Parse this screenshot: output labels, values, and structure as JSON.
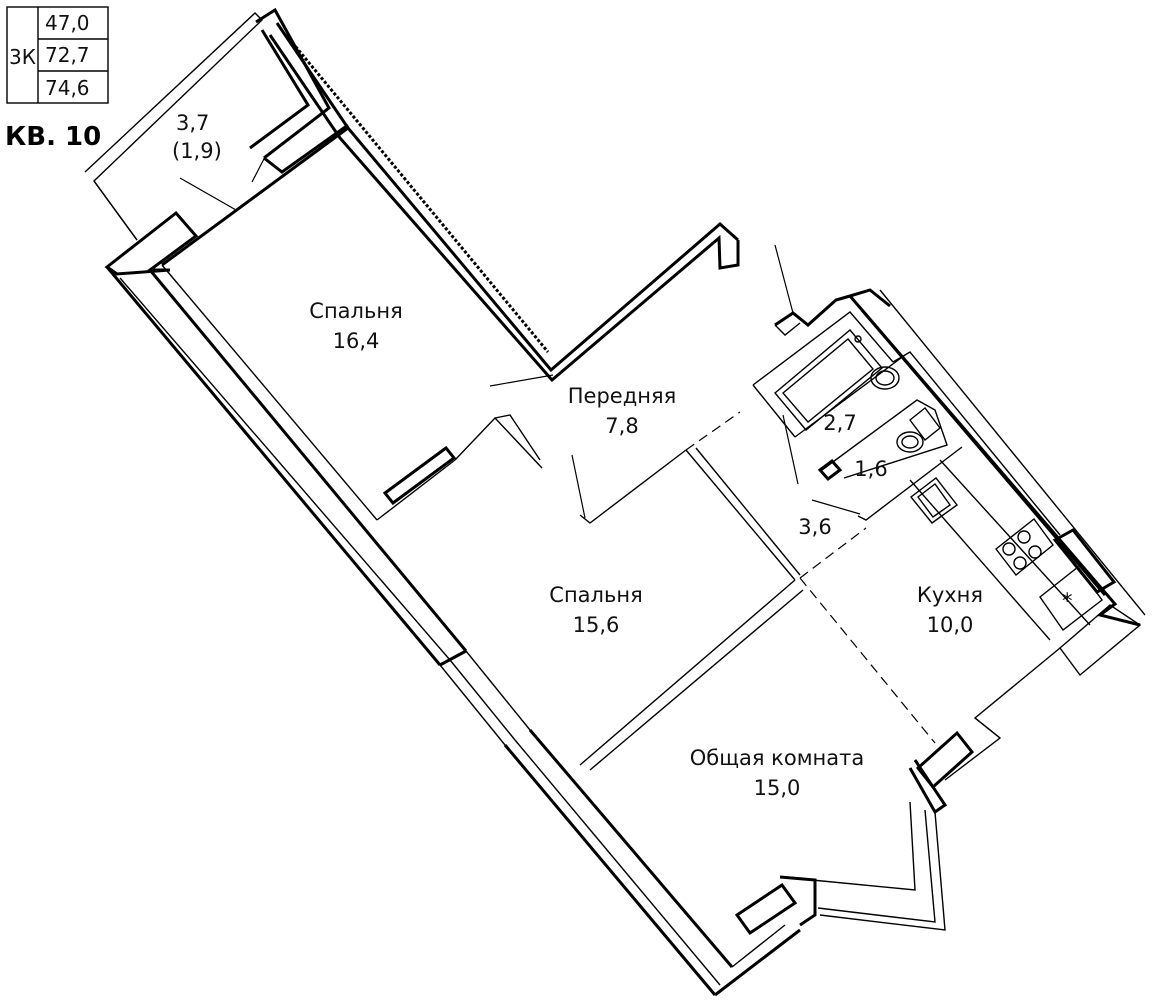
{
  "apartment": {
    "title": "КВ. 10",
    "type_label": "3К",
    "areas": [
      "47,0",
      "72,7",
      "74,6"
    ]
  },
  "rooms": {
    "loggia": {
      "area": "3,7",
      "area_reduced": "(1,9)"
    },
    "bedroom_1": {
      "name": "Спальня",
      "area": "16,4"
    },
    "hall": {
      "name": "Передняя",
      "area": "7,8"
    },
    "bath": {
      "area": "2,7"
    },
    "wc": {
      "area": "1,6"
    },
    "corridor": {
      "area": "3,6"
    },
    "bedroom_2": {
      "name": "Спальня",
      "area": "15,6"
    },
    "kitchen": {
      "name": "Кухня",
      "area": "10,0"
    },
    "living": {
      "name": "Общая комната",
      "area": "15,0"
    }
  },
  "icons": {
    "snowflake": "*"
  }
}
